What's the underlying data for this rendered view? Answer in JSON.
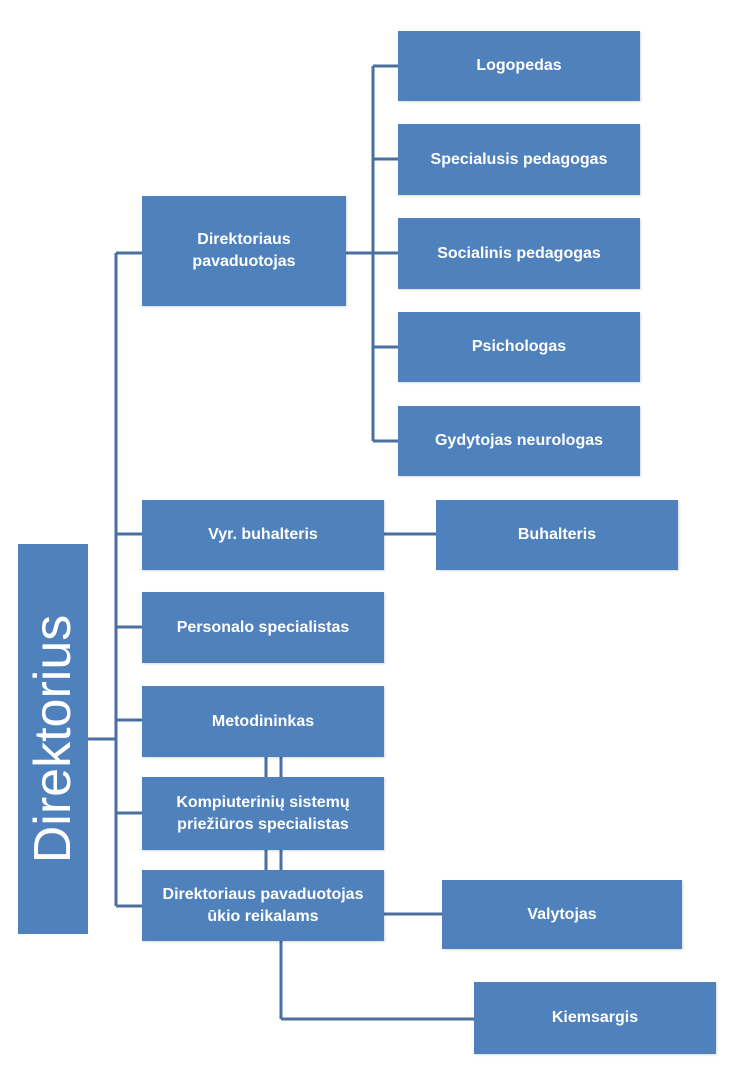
{
  "root": {
    "label": "Direktorius"
  },
  "nodes": {
    "deputy_director": "Direktoriaus\npavaduotojas",
    "speech_therapist": "Logopedas",
    "special_pedagogue": "Specialusis pedagogas",
    "social_pedagogue": "Socialinis pedagogas",
    "psychologist": "Psichologas",
    "neurologist": "Gydytojas neurologas",
    "chief_accountant": "Vyr. buhalteris",
    "accountant": "Buhalteris",
    "hr_specialist": "Personalo specialistas",
    "methodologist": "Metodininkas",
    "it_specialist": "Kompiuterinių sistemų\npriežiūros specialistas",
    "deputy_business": "Direktoriaus  pavaduotojas\nūkio reikalams",
    "cleaner": "Valytojas",
    "caretaker": "Kiemsargis"
  },
  "colors": {
    "box": "#4f81bd",
    "connector": "#4a6fa0",
    "text": "#ffffff"
  }
}
